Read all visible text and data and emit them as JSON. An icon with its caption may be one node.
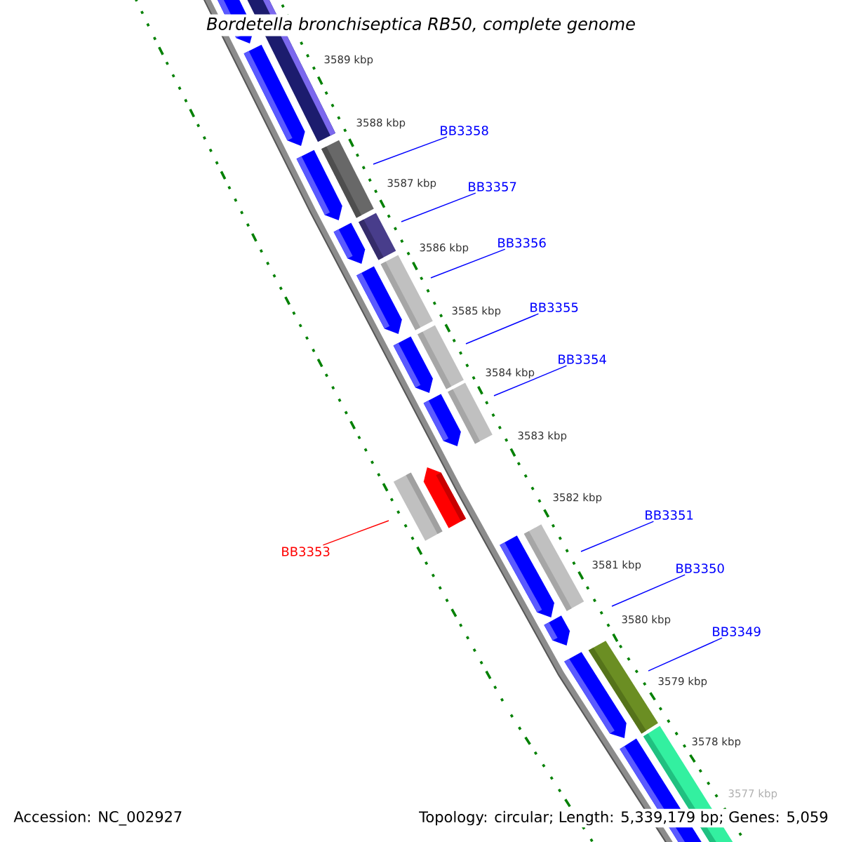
{
  "diagram": {
    "title": "Bordetella bronchiseptica RB50, complete genome",
    "nodes": [
      {
        "text": [
          "BB3358"
        ]
      },
      {
        "text": [
          "BB3357"
        ]
      },
      {
        "text": [
          "BB3356"
        ]
      },
      {
        "text": [
          "BB3355"
        ]
      },
      {
        "text": [
          "BB3354"
        ]
      },
      {
        "text": [
          "BB3351"
        ]
      },
      {
        "text": [
          "BB3353"
        ]
      },
      {
        "text": [
          "BB3350"
        ]
      },
      {
        "text": [
          "BB3349"
        ]
      }
    ],
    "edges": [
      {
        "from": 0,
        "to": null,
        "arrow": "none"
      },
      {
        "from": 1,
        "to": null,
        "arrow": "none"
      },
      {
        "from": 2,
        "to": null,
        "arrow": "none"
      },
      {
        "from": 3,
        "to": null,
        "arrow": "none"
      },
      {
        "from": 4,
        "to": null,
        "arrow": "none"
      },
      {
        "from": 5,
        "to": null,
        "arrow": "none"
      },
      {
        "from": 6,
        "to": null,
        "arrow": "none",
        "color": "#ff0000"
      },
      {
        "from": 7,
        "to": null,
        "arrow": "none"
      },
      {
        "from": 8,
        "to": null,
        "arrow": "none"
      }
    ],
    "labels": [
      "3589 kbp",
      "3588 kbp",
      "3587 kbp",
      "3586 kbp",
      "3585 kbp",
      "3584 kbp",
      "3583 kbp",
      "3582 kbp",
      "3581 kbp",
      "3580 kbp",
      "3579 kbp",
      "3578 kbp",
      "3577 kbp",
      "Accession: NC_002927",
      "Topology: circular; Length: 5,339,179 bp; Genes: 5,059"
    ]
  }
}
